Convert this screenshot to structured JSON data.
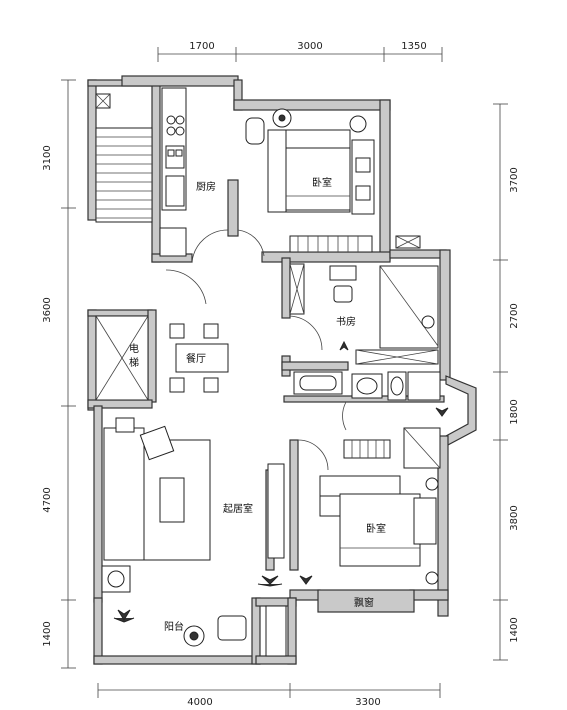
{
  "dimensions": {
    "top": [
      "1700",
      "3000",
      "1350"
    ],
    "bottom": [
      "4000",
      "3300"
    ],
    "left": [
      "3100",
      "3600",
      "4700",
      "1400"
    ],
    "right": [
      "3700",
      "2700",
      "1800",
      "3800",
      "1400"
    ]
  },
  "rooms": {
    "kitchen": "厨房",
    "bedroom_north": "卧室",
    "study": "书房",
    "elevator": "电梯",
    "dining": "餐厅",
    "living": "起居室",
    "bedroom_south": "卧室",
    "bay_window": "飘窗",
    "balcony": "阳台"
  },
  "colors": {
    "wall": "#c9c9c9",
    "line": "#333333"
  }
}
